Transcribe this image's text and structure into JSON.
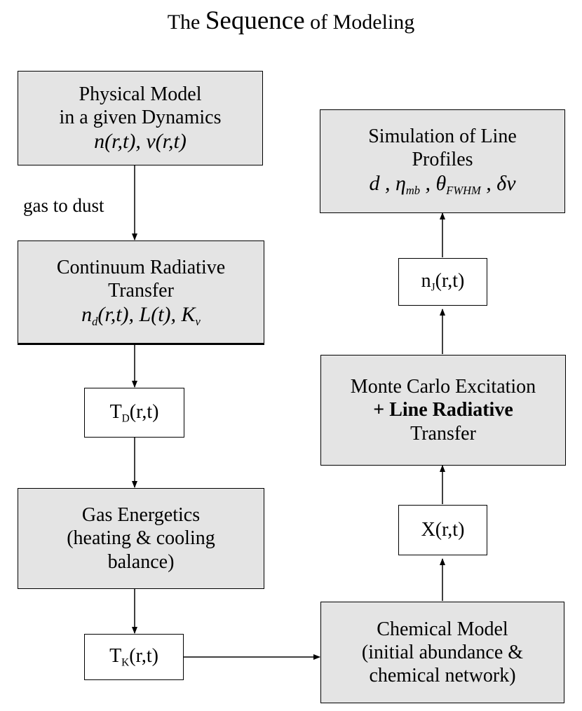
{
  "title": {
    "part1": "The ",
    "part2": "Sequence",
    "part3": " of Modeling"
  },
  "boxes": {
    "physical": {
      "line1": "Physical Model",
      "line2": "in a given Dynamics",
      "math": "n(r,t), v(r,t)"
    },
    "continuum": {
      "line1": "Continuum Radiative",
      "line2": "Transfer",
      "math": {
        "pre": "n",
        "sub1": "d",
        "mid": "(r,t), L(t), K",
        "sub2": "ν"
      }
    },
    "td": {
      "main": "T",
      "sub": "D",
      "args": "(r,t)"
    },
    "gas": {
      "line1": "Gas Energetics",
      "line2": "(heating & cooling",
      "line3": "balance)"
    },
    "tk": {
      "main": "T",
      "sub": "K",
      "args": "(r,t)"
    },
    "chemical": {
      "line1": "Chemical Model",
      "line2": "(initial abundance &",
      "line3": "chemical network)"
    },
    "x": {
      "text": "X(r,t)"
    },
    "monte": {
      "line1": "Monte Carlo Excitation",
      "line2": "+ Line Radiative",
      "line3": "Transfer"
    },
    "nj": {
      "main": "n",
      "sub": "J",
      "args": "(r,t)"
    },
    "simulation": {
      "line1": "Simulation of Line",
      "line2": "Profiles",
      "math": {
        "p1": "d",
        "p2": " , η",
        "s1": "mb",
        "p3": " , θ",
        "s2": "FWHM",
        "p4": " , δν"
      }
    }
  },
  "labels": {
    "gas_to_dust": "gas to dust"
  }
}
